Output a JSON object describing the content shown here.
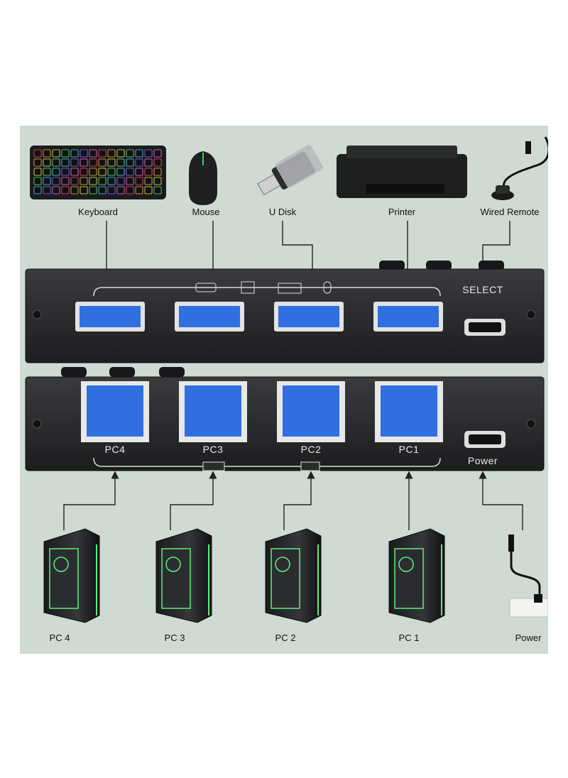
{
  "devices": {
    "keyboard": "Keyboard",
    "mouse": "Mouse",
    "udisk": "U Disk",
    "printer": "Printer",
    "remote": "Wired Remote"
  },
  "top_panel": {
    "select": "SELECT"
  },
  "bottom_panel": {
    "ports": [
      "PC4",
      "PC3",
      "PC2",
      "PC1"
    ],
    "power": "Power"
  },
  "computers": [
    "PC 4",
    "PC 3",
    "PC 2",
    "PC 1"
  ],
  "power_adapter": "Power",
  "colors": {
    "background": "#cfdbd2",
    "usb_blue": "#2f6fe0",
    "panel": "#2a2b2d",
    "accent_green": "#5ef07a"
  }
}
